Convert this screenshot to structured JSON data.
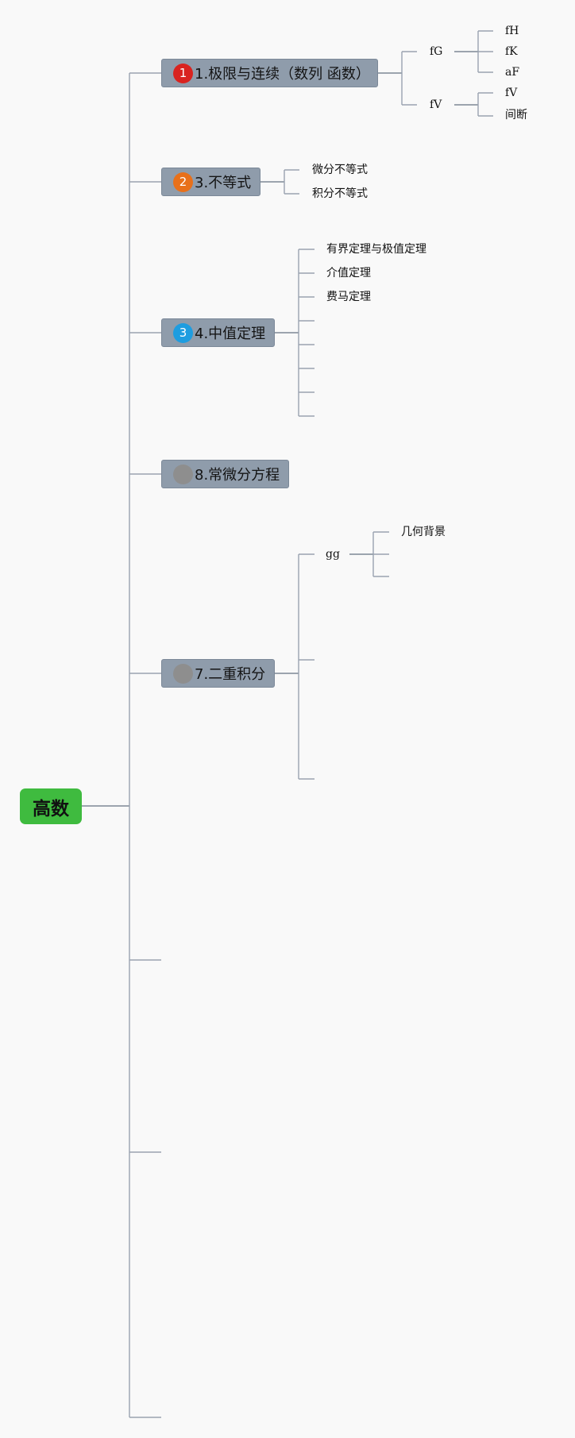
{
  "root": {
    "label": "高数"
  },
  "topics": {
    "t1": {
      "badge": "1",
      "label": "1.极限与连续（数列 函数）",
      "badge_color": "#d9231f"
    },
    "t3": {
      "badge": "2",
      "label": "3.不等式",
      "badge_color": "#e8701a"
    },
    "t4": {
      "badge": "3",
      "label": "4.中值定理",
      "badge_color": "#1e9de0"
    },
    "t8": {
      "badge": "",
      "label": "8.常微分方程",
      "badge_color": "#8e8e8e"
    },
    "t7": {
      "badge": "",
      "label": "7.二重积分",
      "badge_color": "#8e8e8e"
    }
  },
  "subtopics": {
    "t1": {
      "fG": {
        "label": "fG",
        "children": [
          "fH",
          "fK",
          "aF"
        ]
      },
      "fV": {
        "label": "fV",
        "children": [
          "fV",
          "间断"
        ]
      }
    },
    "t3": [
      "微分不等式",
      "积分不等式"
    ],
    "t4": [
      "有界定理与极值定理",
      "介值定理",
      "费马定理"
    ],
    "t7": {
      "gg": {
        "label": "gg",
        "children": [
          "几何背景"
        ]
      }
    }
  },
  "colors": {
    "root_fill": "#3fbb3f",
    "topic_fill": "#8f9cab",
    "connector": "#9aa3b0",
    "background": "#f9f9f9"
  }
}
